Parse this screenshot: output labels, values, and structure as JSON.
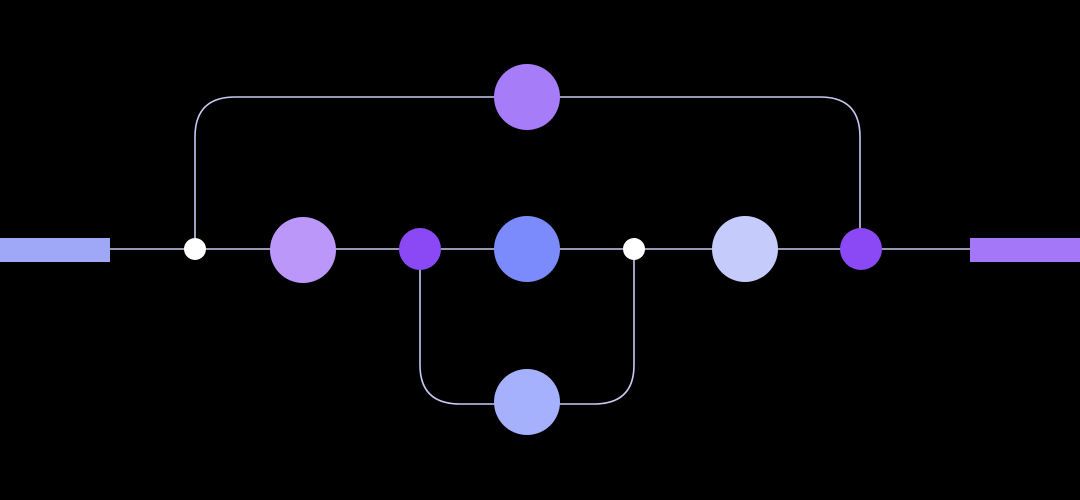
{
  "diagram": {
    "background": "#000000",
    "line_color": "#C9C9F2",
    "colors": {
      "terminal_start": "#9FA8F7",
      "terminal_end": "#A477F8",
      "junction_white": "#FFFFFF",
      "node_top": "#A77CF9",
      "node_lavender": "#BB97FA",
      "node_purple_small": "#8A49F4",
      "node_blue": "#7C8BFB",
      "node_pale": "#C5CCFB",
      "node_bottom": "#A5B1FC"
    },
    "elements": {
      "start_terminal": {
        "shape": "rectangle",
        "color_key": "terminal_start"
      },
      "end_terminal": {
        "shape": "rectangle",
        "color_key": "terminal_end"
      },
      "junction_left": {
        "shape": "circle",
        "color_key": "junction_white"
      },
      "junction_mid": {
        "shape": "circle",
        "color_key": "junction_white"
      },
      "node_top": {
        "shape": "circle",
        "color_key": "node_top"
      },
      "node_lavender": {
        "shape": "circle",
        "color_key": "node_lavender"
      },
      "node_purple_left": {
        "shape": "circle",
        "color_key": "node_purple_small"
      },
      "node_blue": {
        "shape": "circle",
        "color_key": "node_blue"
      },
      "node_pale": {
        "shape": "circle",
        "color_key": "node_pale"
      },
      "node_purple_right": {
        "shape": "circle",
        "color_key": "node_purple_small"
      },
      "node_bottom": {
        "shape": "circle",
        "color_key": "node_bottom"
      }
    }
  }
}
